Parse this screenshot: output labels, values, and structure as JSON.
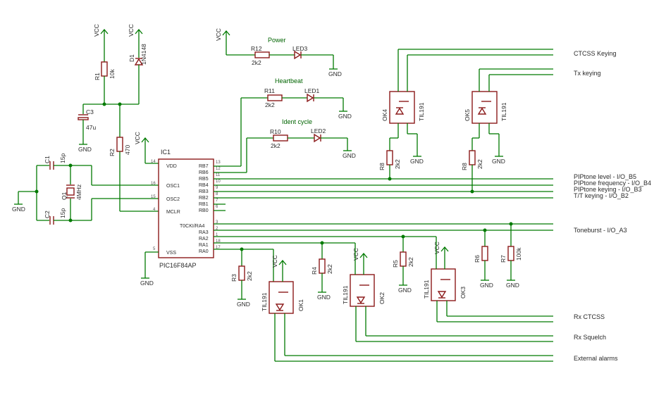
{
  "labels": {
    "vcc": "VCC",
    "gnd": "GND",
    "ic_ref": "IC1",
    "ic_part": "PIC16F84AP",
    "d1_ref": "D1",
    "d1_val": "1N4148",
    "r1_ref": "R1",
    "r1_val": "10k",
    "c3_ref": "C3",
    "c3_val": "47u",
    "r2_ref": "R2",
    "r2_val": "470",
    "c1_ref": "C1",
    "c1_val": "15p",
    "c2_ref": "C2",
    "c2_val": "15p",
    "q1_ref": "Q1",
    "q1_val": "4MHz",
    "r12_ref": "R12",
    "r12_val": "2k2",
    "led3_ref": "LED3",
    "power": "Power",
    "r11_ref": "R11",
    "r11_val": "2k2",
    "led1_ref": "LED1",
    "heartbeat": "Heartbeat",
    "r10_ref": "R10",
    "r10_val": "2k2",
    "led2_ref": "LED2",
    "ident": "Ident cycle",
    "ok4": "OK4",
    "ok5": "OK5",
    "ok1": "OK1",
    "ok2": "OK2",
    "ok3": "OK3",
    "til": "TIL191",
    "r8a_ref": "R8",
    "r8a_val": "2k2",
    "r8b_ref": "R8",
    "r8b_val": "2k2",
    "r3_ref": "R3",
    "r3_val": "2k2",
    "r4_ref": "R4",
    "r4_val": "2k2",
    "r5_ref": "R5",
    "r5_val": "2k2",
    "r6_ref": "R6",
    "r7_ref": "R7",
    "r7_val": "100k"
  },
  "pins": {
    "vdd": "VDD",
    "osc1": "OSC1",
    "osc2": "OSC2",
    "mclr": "MCLR",
    "vss": "VSS",
    "rb7": "RB7",
    "rb6": "RB6",
    "rb5": "RB5",
    "rb4": "RB4",
    "rb3": "RB3",
    "rb2": "RB2",
    "rb1": "RB1",
    "rb0": "RB0",
    "ra4": "T0CKI/RA4",
    "ra3": "RA3",
    "ra2": "RA2",
    "ra1": "RA1",
    "ra0": "RA0",
    "n14": "14",
    "n16": "16",
    "n15": "15",
    "n4": "4",
    "n5": "5",
    "n13": "13",
    "n12": "12",
    "n11": "11",
    "n10": "10",
    "n9": "9",
    "n8": "8",
    "n7": "7",
    "n6": "6",
    "n3": "3",
    "n2": "2",
    "n1": "1",
    "n18": "18",
    "n17": "17"
  },
  "signals": {
    "ctcss_keying": "CTCSS Keying",
    "tx_keying": "Tx keying",
    "piptone_level": "PIPtone level - I/O_B5",
    "piptone_freq": "PIPtone frequency - I/O_B4",
    "piptone_keying": "PIPtone keying - I/O_B3",
    "tt_keying": "T/T keying - I/O_B2",
    "toneburst": "Toneburst - I/O_A3",
    "rx_ctcss": "Rx CTCSS",
    "rx_squelch": "Rx Squelch",
    "external_alarms": "External alarms"
  }
}
